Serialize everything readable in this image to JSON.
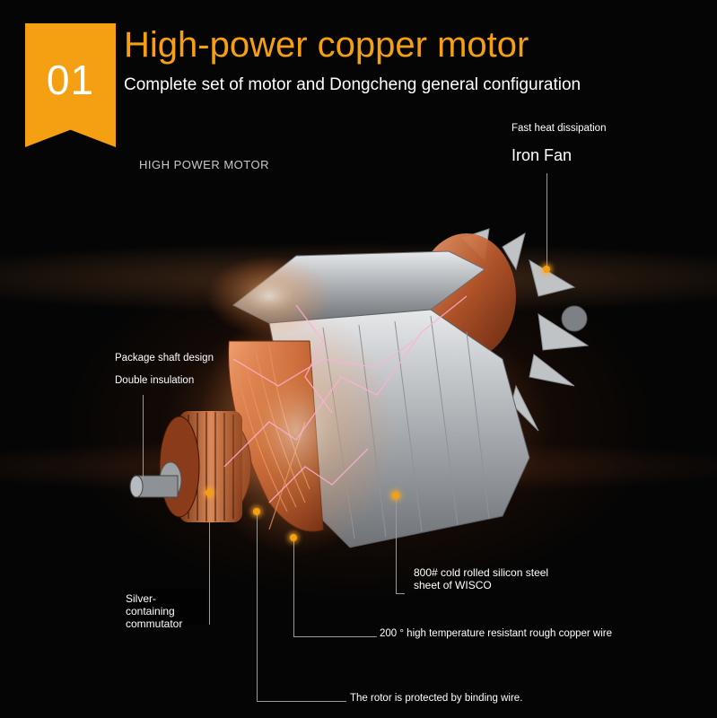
{
  "badge": {
    "number": "01"
  },
  "header": {
    "title": "High-power copper motor",
    "subtitle": "Complete set of motor and Dongcheng general configuration"
  },
  "tag": "HIGH POWER MOTOR",
  "callouts": {
    "fast_heat": "Fast heat dissipation",
    "iron_fan": "Iron Fan",
    "package_shaft": "Package shaft design",
    "double_insulation": "Double insulation",
    "silver_commutator": "Silver-\ncontaining\ncommutator",
    "silicon_steel": "800# cold rolled silicon steel\nsheet of WISCO",
    "copper_wire": "200 ° high temperature resistant rough copper wire",
    "binding_wire": "The rotor is protected by binding wire."
  },
  "colors": {
    "accent": "#f5a013",
    "copper": "#c0652e",
    "steel": "#b4b8bc"
  }
}
